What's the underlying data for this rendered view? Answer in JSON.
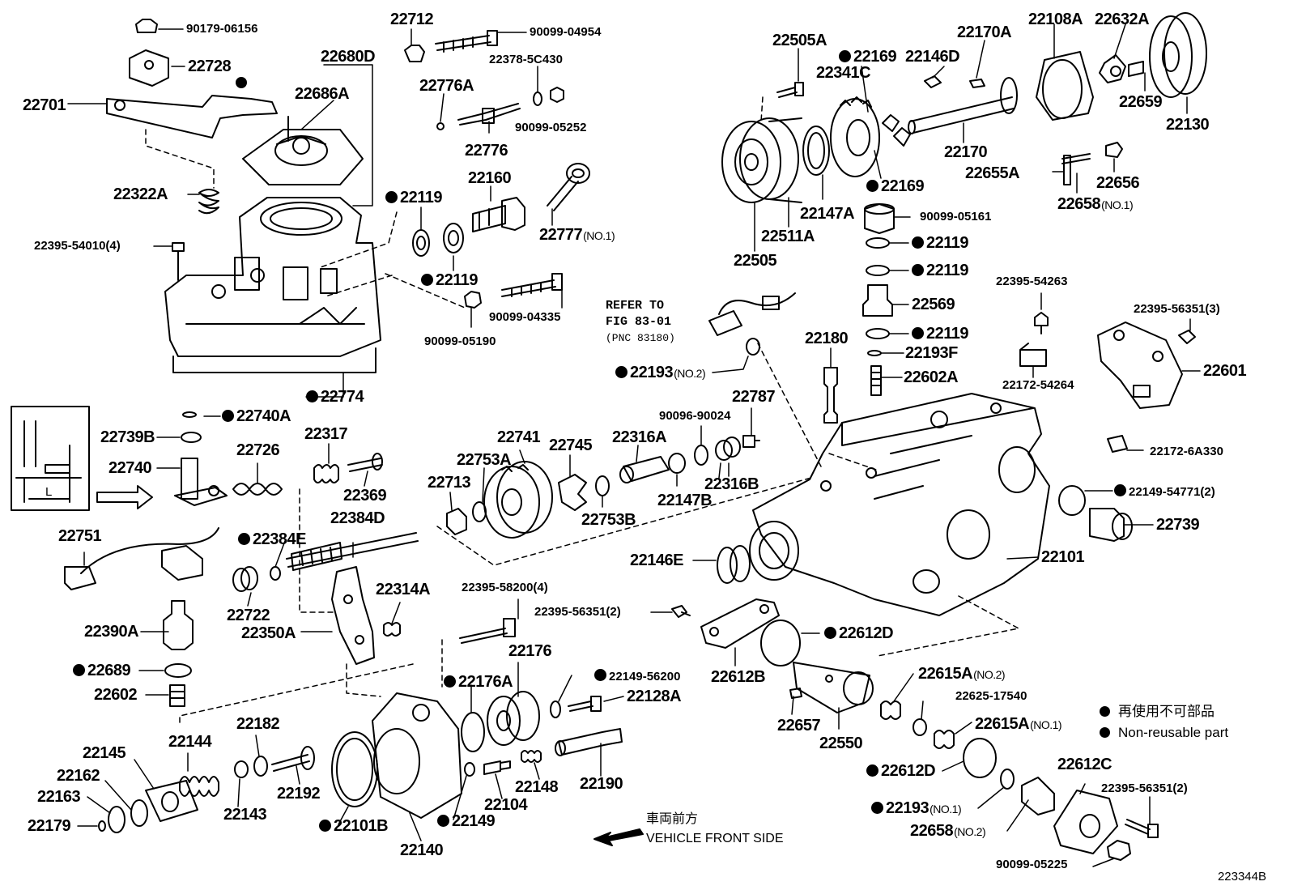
{
  "parts": [
    {
      "id": "p1",
      "label": "90179-06156",
      "small": true
    },
    {
      "id": "p2",
      "label": "22728"
    },
    {
      "id": "p3",
      "label": "22701"
    },
    {
      "id": "p4",
      "label": "22680D"
    },
    {
      "id": "p5",
      "label": "22686A"
    },
    {
      "id": "p6",
      "label": "22322A"
    },
    {
      "id": "p7",
      "label": "22395-54010(4)",
      "small": true
    },
    {
      "id": "p8",
      "label": "22774",
      "dot": true
    },
    {
      "id": "p9",
      "label": "22712"
    },
    {
      "id": "p10",
      "label": "90099-04954",
      "small": true
    },
    {
      "id": "p11",
      "label": "22378-5C430",
      "small": true
    },
    {
      "id": "p12",
      "label": "22776A"
    },
    {
      "id": "p13",
      "label": "90099-05252",
      "small": true
    },
    {
      "id": "p14",
      "label": "22776"
    },
    {
      "id": "p15",
      "label": "22160"
    },
    {
      "id": "p16",
      "label": "22119",
      "dot": true
    },
    {
      "id": "p17",
      "label": "22119",
      "dot": true
    },
    {
      "id": "p18",
      "label": "22777",
      "suffix": "(NO.1)"
    },
    {
      "id": "p19",
      "label": "90099-04335",
      "small": true
    },
    {
      "id": "p20",
      "label": "90099-05190",
      "small": true
    },
    {
      "id": "p21",
      "label": "22505A"
    },
    {
      "id": "p22",
      "label": "22169",
      "dot": true
    },
    {
      "id": "p23",
      "label": "22146D"
    },
    {
      "id": "p24",
      "label": "22341C"
    },
    {
      "id": "p25",
      "label": "22170A"
    },
    {
      "id": "p26",
      "label": "22108A"
    },
    {
      "id": "p27",
      "label": "22632A"
    },
    {
      "id": "p28",
      "label": "22659"
    },
    {
      "id": "p29",
      "label": "22130"
    },
    {
      "id": "p30",
      "label": "22170"
    },
    {
      "id": "p31",
      "label": "22655A"
    },
    {
      "id": "p32",
      "label": "22656"
    },
    {
      "id": "p33",
      "label": "22658",
      "suffix": "(NO.1)"
    },
    {
      "id": "p34",
      "label": "22169",
      "dot": true
    },
    {
      "id": "p35",
      "label": "22147A"
    },
    {
      "id": "p36",
      "label": "22511A"
    },
    {
      "id": "p37",
      "label": "22505"
    },
    {
      "id": "p38",
      "label": "90099-05161",
      "small": true
    },
    {
      "id": "p39",
      "label": "22119",
      "dot": true
    },
    {
      "id": "p40",
      "label": "22119",
      "dot": true
    },
    {
      "id": "p41",
      "label": "22569"
    },
    {
      "id": "p42",
      "label": "22119",
      "dot": true
    },
    {
      "id": "p43",
      "label": "22193F"
    },
    {
      "id": "p44",
      "label": "22602A"
    },
    {
      "id": "p45",
      "label": "22180"
    },
    {
      "id": "p46",
      "label": "22193",
      "dot": true,
      "suffix": "(NO.2)"
    },
    {
      "id": "p47",
      "label": "22787"
    },
    {
      "id": "p48",
      "label": "90096-90024",
      "small": true
    },
    {
      "id": "p49",
      "label": "22395-54263",
      "small": true
    },
    {
      "id": "p50",
      "label": "22395-56351(3)",
      "small": true
    },
    {
      "id": "p51",
      "label": "22601"
    },
    {
      "id": "p52",
      "label": "22172-54264",
      "small": true
    },
    {
      "id": "p53",
      "label": "22172-6A330",
      "small": true
    },
    {
      "id": "p54",
      "label": "22149-54771(2)",
      "dot": true,
      "small": true
    },
    {
      "id": "p55",
      "label": "22739"
    },
    {
      "id": "p56",
      "label": "22101"
    },
    {
      "id": "p57",
      "label": "22740A",
      "dot": true
    },
    {
      "id": "p58",
      "label": "22739B"
    },
    {
      "id": "p59",
      "label": "22740"
    },
    {
      "id": "p60",
      "label": "22726"
    },
    {
      "id": "p61",
      "label": "22317"
    },
    {
      "id": "p62",
      "label": "22369"
    },
    {
      "id": "p63",
      "label": "22741"
    },
    {
      "id": "p64",
      "label": "22745"
    },
    {
      "id": "p65",
      "label": "22753A"
    },
    {
      "id": "p66",
      "label": "22316A"
    },
    {
      "id": "p67",
      "label": "22713"
    },
    {
      "id": "p68",
      "label": "22384D"
    },
    {
      "id": "p69",
      "label": "22753B"
    },
    {
      "id": "p70",
      "label": "22147B"
    },
    {
      "id": "p71",
      "label": "22316B"
    },
    {
      "id": "p72",
      "label": "22751"
    },
    {
      "id": "p73",
      "label": "22384E",
      "dot": true
    },
    {
      "id": "p74",
      "label": "22314A"
    },
    {
      "id": "p75",
      "label": "22722"
    },
    {
      "id": "p76",
      "label": "22350A"
    },
    {
      "id": "p77",
      "label": "22390A"
    },
    {
      "id": "p78",
      "label": "22689",
      "dot": true
    },
    {
      "id": "p79",
      "label": "22602"
    },
    {
      "id": "p80",
      "label": "22395-58200(4)",
      "small": true
    },
    {
      "id": "p81",
      "label": "22395-56351(2)",
      "small": true
    },
    {
      "id": "p82",
      "label": "22146E"
    },
    {
      "id": "p83",
      "label": "22612D",
      "dot": true
    },
    {
      "id": "p84",
      "label": "22612B"
    },
    {
      "id": "p85",
      "label": "22176"
    },
    {
      "id": "p86",
      "label": "22176A",
      "dot": true
    },
    {
      "id": "p87",
      "label": "22149-56200",
      "dot": true,
      "small": true
    },
    {
      "id": "p88",
      "label": "22128A"
    },
    {
      "id": "p89",
      "label": "22615A",
      "suffix": "(NO.2)"
    },
    {
      "id": "p90",
      "label": "22625-17540",
      "small": true
    },
    {
      "id": "p91",
      "label": "22615A",
      "suffix": "(NO.1)"
    },
    {
      "id": "p92",
      "label": "22657"
    },
    {
      "id": "p93",
      "label": "22550"
    },
    {
      "id": "p94",
      "label": "22612D",
      "dot": true
    },
    {
      "id": "p95",
      "label": "22193",
      "dot": true,
      "suffix": "(NO.1)"
    },
    {
      "id": "p96",
      "label": "22658",
      "suffix": "(NO.2)"
    },
    {
      "id": "p97",
      "label": "22612C"
    },
    {
      "id": "p98",
      "label": "22395-56351(2)",
      "small": true
    },
    {
      "id": "p99",
      "label": "90099-05225",
      "small": true
    },
    {
      "id": "p100",
      "label": "22145"
    },
    {
      "id": "p101",
      "label": "22144"
    },
    {
      "id": "p102",
      "label": "22182"
    },
    {
      "id": "p103",
      "label": "22162"
    },
    {
      "id": "p104",
      "label": "22163"
    },
    {
      "id": "p105",
      "label": "22179"
    },
    {
      "id": "p106",
      "label": "22143"
    },
    {
      "id": "p107",
      "label": "22192"
    },
    {
      "id": "p108",
      "label": "22101B",
      "dot": true
    },
    {
      "id": "p109",
      "label": "22140"
    },
    {
      "id": "p110",
      "label": "22149",
      "dot": true
    },
    {
      "id": "p111",
      "label": "22104"
    },
    {
      "id": "p112",
      "label": "22148"
    },
    {
      "id": "p113",
      "label": "22190"
    }
  ],
  "refer": {
    "line1": "REFER TO",
    "line2": "FIG 83-01",
    "line3": "(PNC 83180)"
  },
  "legend": {
    "line1": "再使用不可部品",
    "line2": "Non-reusable part"
  },
  "front": {
    "line1": "車両前方",
    "line2": "VEHICLE FRONT SIDE"
  },
  "dimension_label": "L",
  "figure_number": "223344B"
}
